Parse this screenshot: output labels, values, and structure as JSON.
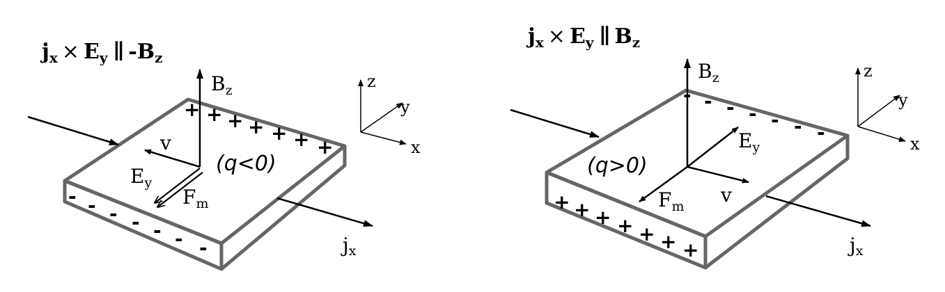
{
  "left_panel": {
    "relation_prefix": "j",
    "relation_prefix_sub": "x",
    "relation_times": "×",
    "relation_mid": "E",
    "relation_mid_sub": "y",
    "relation_parallel": "∥",
    "relation_suffix": "-B",
    "relation_suffix_sub": "z",
    "field_label": "B",
    "field_sub": "z",
    "charge_label": "(q<0)",
    "velocity_label": "v",
    "efield_label": "E",
    "efield_sub": "y",
    "force_label": "F",
    "force_sub": "m",
    "current_label": "j",
    "current_sub": "x",
    "top_edge_sign": "+",
    "front_edge_sign": "-"
  },
  "right_panel": {
    "relation_prefix": "j",
    "relation_prefix_sub": "x",
    "relation_times": "×",
    "relation_mid": "E",
    "relation_mid_sub": "y",
    "relation_parallel": "∥",
    "relation_suffix": "B",
    "relation_suffix_sub": "z",
    "field_label": "B",
    "field_sub": "z",
    "charge_label": "(q>0)",
    "velocity_label": "v",
    "efield_label": "E",
    "efield_sub": "y",
    "force_label": "F",
    "force_sub": "m",
    "current_label": "j",
    "current_sub": "x",
    "top_edge_sign": "-",
    "front_edge_sign": "+"
  },
  "axes_left": {
    "x": "x",
    "y": "y",
    "z": "z"
  },
  "axes_right": {
    "x": "x",
    "y": "y",
    "z": "z"
  },
  "colors": {
    "slab_edge": "#666666",
    "arrow": "#000000",
    "background": "#ffffff"
  }
}
